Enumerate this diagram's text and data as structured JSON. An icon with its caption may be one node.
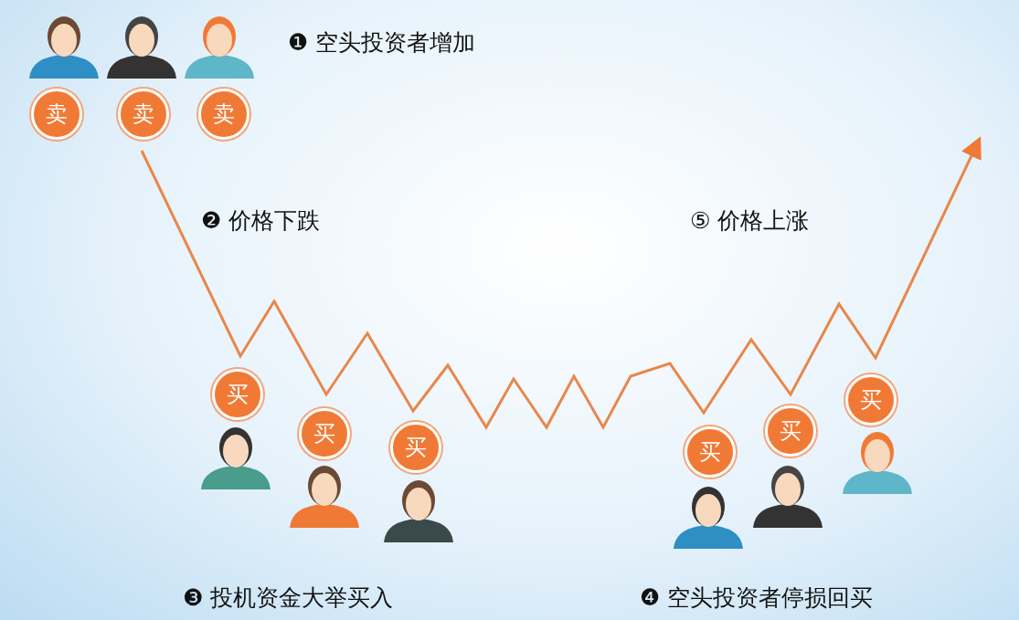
{
  "diagram": {
    "nodes": [
      {
        "text": [
          "卖"
        ]
      },
      {
        "text": [
          "卖"
        ]
      },
      {
        "text": [
          "卖"
        ]
      },
      {
        "text": [
          "买"
        ]
      },
      {
        "text": [
          "买"
        ]
      },
      {
        "text": [
          "买"
        ]
      },
      {
        "text": [
          "买"
        ]
      },
      {
        "text": [
          "买"
        ]
      },
      {
        "text": [
          "买"
        ]
      }
    ],
    "edges": [],
    "labels": [
      "❶ 空头投资者增加",
      "❷ 价格下跌",
      "⑤ 价格上涨",
      "❸ 投机资金大举买入",
      "❹ 空头投资者停损回买"
    ]
  }
}
